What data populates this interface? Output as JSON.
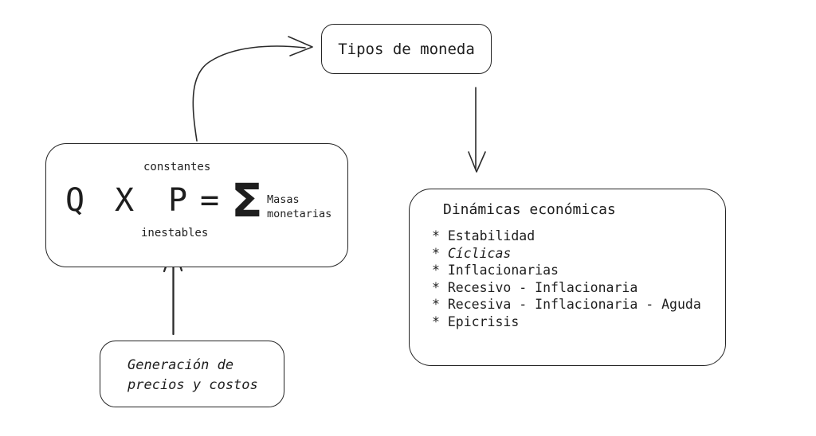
{
  "canvas": {
    "background": "#ffffff",
    "ink": "#1e1e1e"
  },
  "nodes": {
    "tipos_de_moneda": {
      "label": "Tipos de moneda"
    },
    "formula": {
      "label_top": "constantes",
      "term_q": "Q",
      "term_x": "X",
      "term_p": "P",
      "equals": "=",
      "sigma": "Σ",
      "sigma_caption_line1": "Masas",
      "sigma_caption_line2": "monetarias",
      "label_bottom": "inestables"
    },
    "generacion": {
      "line1": "Generación de",
      "line2": "precios y costos"
    },
    "dinamicas": {
      "title": "Dinámicas económicas",
      "items": [
        "* Estabilidad",
        "* Cíclicas",
        "* Inflacionarias",
        "* Recesivo - Inflacionaria",
        "* Recesiva - Inflacionaria - Aguda",
        "* Epicrisis"
      ]
    }
  }
}
